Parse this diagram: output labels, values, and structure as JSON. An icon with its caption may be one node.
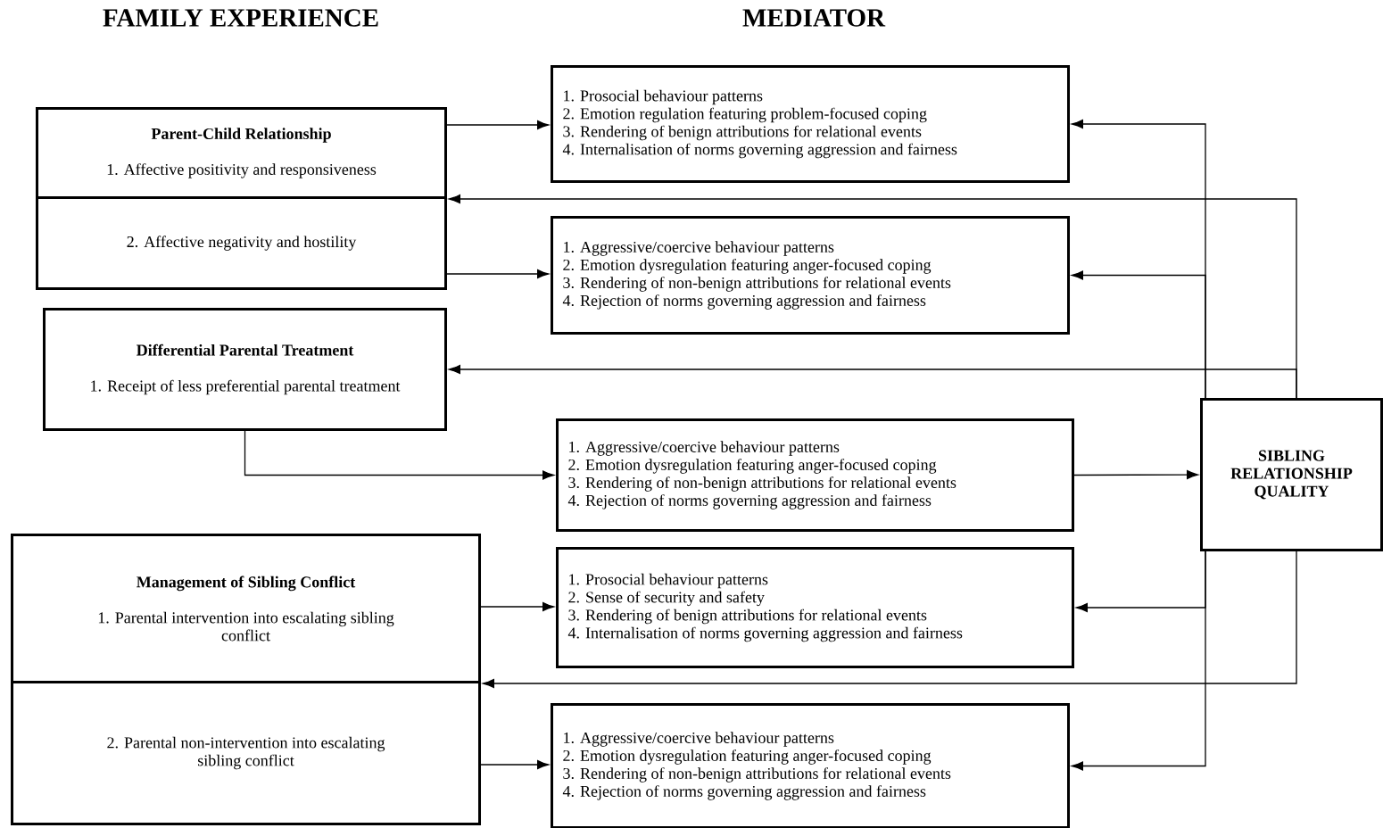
{
  "diagram": {
    "nodes": [
      {
        "text": [
          "Parent-Child Relationship",
          "1. Affective positivity and responsiveness"
        ]
      },
      {
        "text": [
          "2. Affective negativity and hostility"
        ]
      },
      {
        "text": [
          "Differential Parental Treatment",
          "1. Receipt of less preferential parental treatment"
        ]
      },
      {
        "text": [
          "Management of Sibling Conflict",
          "1. Parental intervention into escalating sibling conflict"
        ]
      },
      {
        "text": [
          "2. Parental non-intervention into escalating sibling conflict"
        ]
      },
      {
        "text": [
          "1. Prosocial behaviour patterns",
          "2. Emotion regulation featuring problem-focused coping",
          "3. Rendering of benign attributions for relational events",
          "4. Internalisation of norms governing aggression and fairness"
        ]
      },
      {
        "text": [
          "1. Aggressive/coercive behaviour patterns",
          "2. Emotion dysregulation featuring anger-focused coping",
          "3. Rendering of non-benign attributions for relational events",
          "4. Rejection of norms governing aggression and fairness"
        ]
      },
      {
        "text": [
          "1. Aggressive/coercive behaviour patterns",
          "2. Emotion dysregulation featuring anger-focused coping",
          "3. Rendering of non-benign attributions for relational events",
          "4. Rejection of norms governing aggression and fairness"
        ]
      },
      {
        "text": [
          "1. Prosocial behaviour patterns",
          "2. Sense of security and safety",
          "3. Rendering of benign attributions for relational events",
          "4. Internalisation of norms governing aggression and fairness"
        ]
      },
      {
        "text": [
          "1. Aggressive/coercive behaviour patterns",
          "2. Emotion dysregulation featuring anger-focused coping",
          "3. Rendering of non-benign attributions for relational events",
          "4. Rejection of norms governing aggression and fairness"
        ]
      },
      {
        "text": [
          "SIBLING RELATIONSHIP QUALITY"
        ]
      }
    ],
    "edges": [
      {
        "from": 0,
        "to": 5,
        "arrow": "to"
      },
      {
        "from": 1,
        "to": 6,
        "arrow": "to"
      },
      {
        "from": 2,
        "to": 7,
        "arrow": "to"
      },
      {
        "from": 3,
        "to": 8,
        "arrow": "to"
      },
      {
        "from": 4,
        "to": 9,
        "arrow": "to"
      },
      {
        "from": 7,
        "to": 10,
        "arrow": "to"
      },
      {
        "from": 10,
        "to": 5,
        "arrow": "to"
      },
      {
        "from": 10,
        "to": 6,
        "arrow": "to"
      },
      {
        "from": 10,
        "to": 8,
        "arrow": "to"
      },
      {
        "from": 10,
        "to": 9,
        "arrow": "to"
      },
      {
        "from": 10,
        "to": 0,
        "arrow": "to"
      },
      {
        "from": 10,
        "to": 2,
        "arrow": "to"
      },
      {
        "from": 10,
        "to": 3,
        "arrow": "to"
      }
    ],
    "labels": [
      "FAMILY EXPERIENCE",
      "MEDIATOR"
    ]
  }
}
